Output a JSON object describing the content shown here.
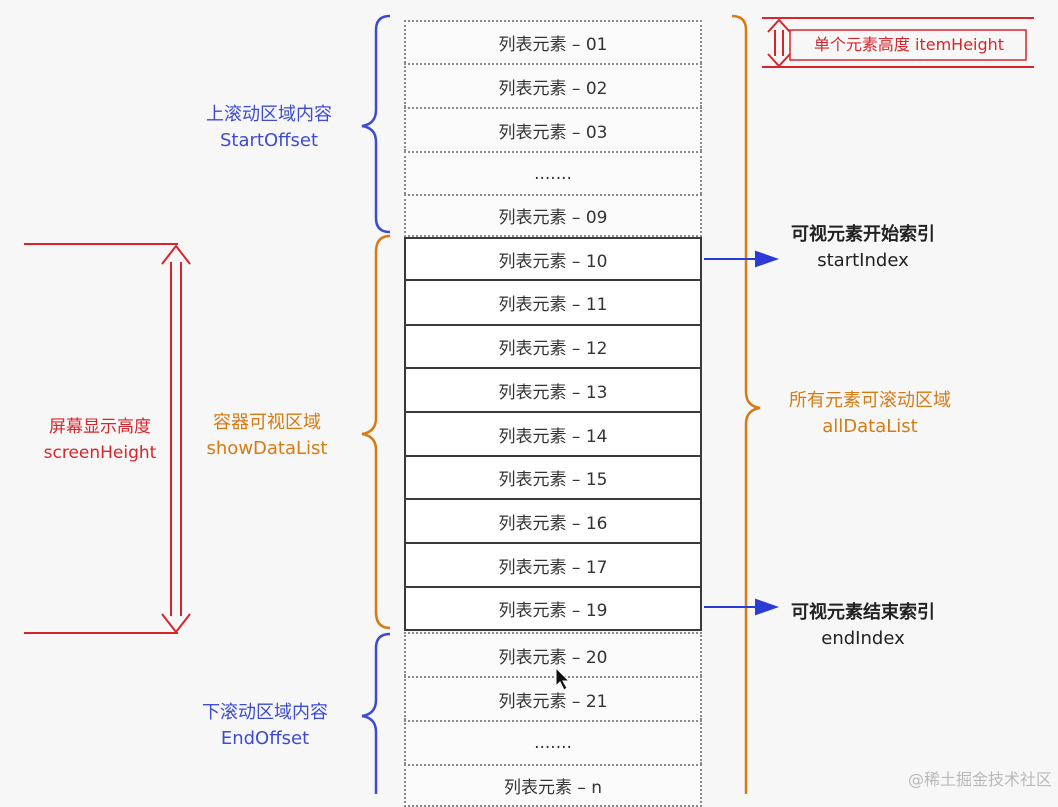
{
  "rows": [
    {
      "label": "列表元素 – 01",
      "style": "dashed"
    },
    {
      "label": "列表元素 – 02",
      "style": "dashed"
    },
    {
      "label": "列表元素 – 03",
      "style": "dashed"
    },
    {
      "label": ".......",
      "style": "dashed"
    },
    {
      "label": "列表元素 – 09",
      "style": "dashed"
    },
    {
      "label": "列表元素 – 10",
      "style": "solid"
    },
    {
      "label": "列表元素 – 11",
      "style": "solid"
    },
    {
      "label": "列表元素 – 12",
      "style": "solid"
    },
    {
      "label": "列表元素 – 13",
      "style": "solid"
    },
    {
      "label": "列表元素 – 14",
      "style": "solid"
    },
    {
      "label": "列表元素 – 15",
      "style": "solid"
    },
    {
      "label": "列表元素 – 16",
      "style": "solid"
    },
    {
      "label": "列表元素 – 17",
      "style": "solid"
    },
    {
      "label": "列表元素 – 19",
      "style": "solid"
    },
    {
      "label": "列表元素 – 20",
      "style": "dashed"
    },
    {
      "label": "列表元素 – 21",
      "style": "dashed"
    },
    {
      "label": ".......",
      "style": "dashed"
    },
    {
      "label": "列表元素 – n",
      "style": "dashed"
    }
  ],
  "labels": {
    "top_region": {
      "line1": "上滚动区域内容",
      "line2": "StartOffset"
    },
    "visible_region": {
      "line1": "容器可视区域",
      "line2": "showDataList"
    },
    "bottom_region": {
      "line1": "下滚动区域内容",
      "line2": "EndOffset"
    },
    "screen_height": {
      "line1": "屏幕显示高度",
      "line2": "screenHeight"
    },
    "all_data": {
      "line1": "所有元素可滚动区域",
      "line2": "allDataList"
    },
    "start_index": {
      "line1": "可视元素开始索引",
      "line2": "startIndex"
    },
    "end_index": {
      "line1": "可视元素结束索引",
      "line2": "endIndex"
    },
    "item_height": "单个元素高度 itemHeight"
  },
  "colors": {
    "blue": "#3d4bd4",
    "orange": "#d77a12",
    "red": "#d6262b",
    "arrow": "#2b3bd6"
  },
  "watermark": "@稀土掘金技术社区"
}
